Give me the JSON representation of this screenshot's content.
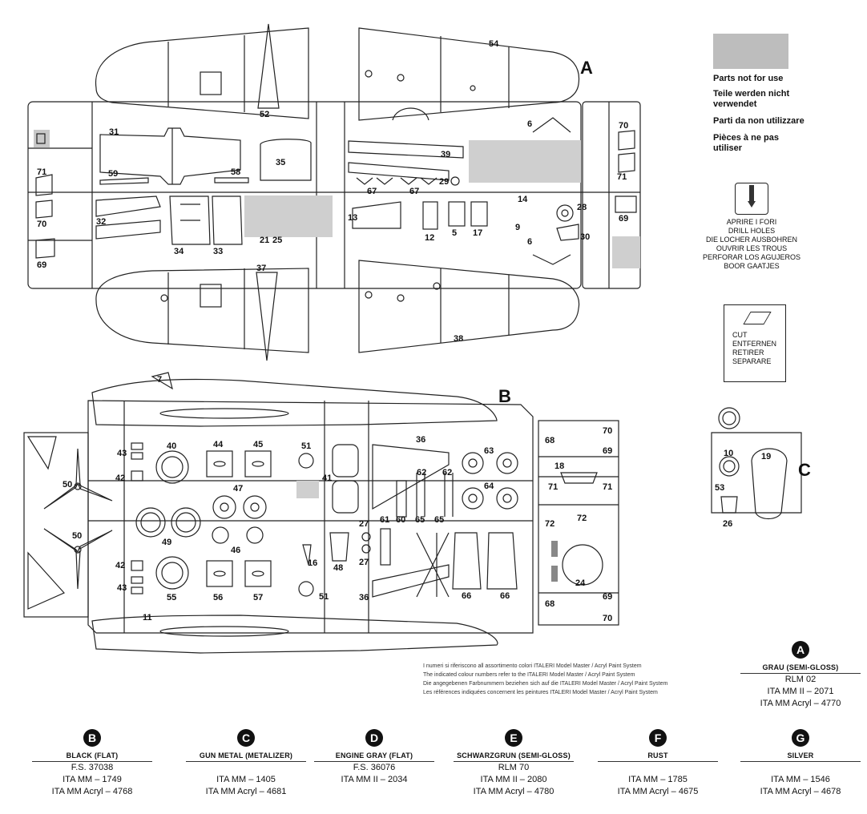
{
  "sprue_labels": {
    "A": "A",
    "B": "B",
    "C": "C"
  },
  "part_numbers": {
    "p54": "54",
    "p52": "52",
    "p31": "31",
    "p59": "59",
    "p58": "58",
    "p35": "35",
    "p39": "39",
    "p29": "29",
    "p67a": "67",
    "p67b": "67",
    "p70a": "70",
    "p71a": "71",
    "p69a": "69",
    "p71b": "71",
    "p70b": "70",
    "p69b": "69",
    "p6a": "6",
    "p14": "14",
    "p28": "28",
    "p9": "9",
    "p6b": "6",
    "p30": "30",
    "p32": "32",
    "p34": "34",
    "p33": "33",
    "p21": "21",
    "p25": "25",
    "p13": "13",
    "p12": "12",
    "p5": "5",
    "p17": "17",
    "p37": "37",
    "p38": "38",
    "p7": "7",
    "p43a": "43",
    "p40": "40",
    "p44": "44",
    "p45": "45",
    "p51a": "51",
    "p41": "41",
    "p36a": "36",
    "p63": "63",
    "p42a": "42",
    "p50a": "50",
    "p47": "47",
    "p62a": "62",
    "p62b": "62",
    "p64": "64",
    "p49": "49",
    "p61": "61",
    "p60": "60",
    "p65a": "65",
    "p65b": "65",
    "p27a": "27",
    "p27b": "27",
    "p50b": "50",
    "p46": "46",
    "p16": "16",
    "p48": "48",
    "p42b": "42",
    "p43b": "43",
    "p55": "55",
    "p56": "56",
    "p57": "57",
    "p51b": "51",
    "p36b": "36",
    "p66a": "66",
    "p66b": "66",
    "p11": "11",
    "p68a": "68",
    "p70c": "70",
    "p69c": "69",
    "p18": "18",
    "p71c": "71",
    "p71d": "71",
    "p72a": "72",
    "p72b": "72",
    "p24": "24",
    "p68b": "68",
    "p69d": "69",
    "p70d": "70",
    "p10": "10",
    "p19": "19",
    "p53": "53",
    "p26": "26"
  },
  "legend": {
    "not_for_use": [
      "Parts not for use",
      "Teile werden nicht verwendet",
      "Parti da non utilizzare",
      "Pièces à ne pas utiliser"
    ],
    "drill": [
      "APRIRE I FORI",
      "DRILL HOLES",
      "DIE LOCHER AUSBOHREN",
      "OUVRIR LES TROUS",
      "PERFORAR LOS AGUJEROS",
      "BOOR GAATJES"
    ],
    "cut": [
      "CUT",
      "ENTFERNEN",
      "RETIRER",
      "SEPARARE"
    ]
  },
  "note": [
    "I numeri si riferiscono all assortimento colori ITALERI Model Master / Acryl Paint System",
    "The indicated colour numbers refer to the ITALERI Model Master / Acryl Paint System",
    "Die angegebenen Farbnummern beziehen sich auf die ITALERI Model Master / Acryl Paint System",
    "Les références indiquées concernent les peintures ITALERI Model Master / Acryl Paint System"
  ],
  "colors": [
    {
      "letter": "A",
      "name": "Grau (Semi-Gloss)",
      "lines": [
        "RLM 02",
        "ITA MM II – 2071",
        "ITA MM Acryl – 4770"
      ]
    },
    {
      "letter": "B",
      "name": "Black (Flat)",
      "lines": [
        "F.S. 37038",
        "ITA MM – 1749",
        "ITA MM Acryl – 4768"
      ]
    },
    {
      "letter": "C",
      "name": "Gun Metal (Metalizer)",
      "lines": [
        "",
        "ITA MM – 1405",
        "ITA MM Acryl – 4681"
      ]
    },
    {
      "letter": "D",
      "name": "Engine Gray (Flat)",
      "lines": [
        "F.S. 36076",
        "ITA MM  II – 2034",
        ""
      ]
    },
    {
      "letter": "E",
      "name": "Schwarzgrun (Semi-Gloss)",
      "lines": [
        "RLM 70",
        "ITA MM II – 2080",
        "ITA MM Acryl – 4780"
      ]
    },
    {
      "letter": "F",
      "name": "Rust",
      "lines": [
        "",
        "ITA MM – 1785",
        "ITA MM Acryl – 4675"
      ]
    },
    {
      "letter": "G",
      "name": "Silver",
      "lines": [
        "",
        "ITA MM – 1546",
        "ITA MM Acryl – 4678"
      ]
    }
  ]
}
